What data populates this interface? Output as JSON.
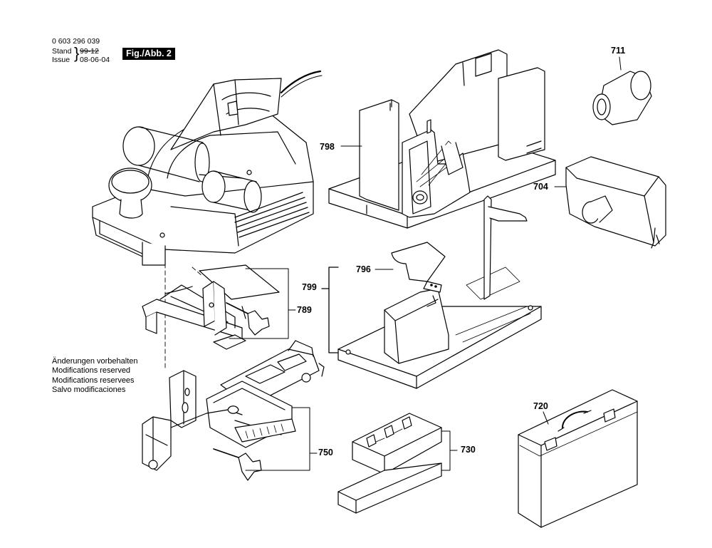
{
  "header": {
    "doc_number": "0 603 296 039",
    "stand_label": "Stand",
    "issue_label": "Issue",
    "stand_date": "99-12",
    "issue_date": "08-06-04",
    "figure_label": "Fig./Abb. 2"
  },
  "notes": [
    "Änderungen vorbehalten",
    "Modifications reserved",
    "Modifications reservees",
    "Salvo modificaciones"
  ],
  "callouts": {
    "p711": "711",
    "p798": "798",
    "p704": "704",
    "p796": "796",
    "p799": "799",
    "p789": "789",
    "p750": "750",
    "p730": "730",
    "p720": "720"
  },
  "colors": {
    "line": "#000000",
    "fill": "#ffffff",
    "shade": "#d9d9d9"
  }
}
